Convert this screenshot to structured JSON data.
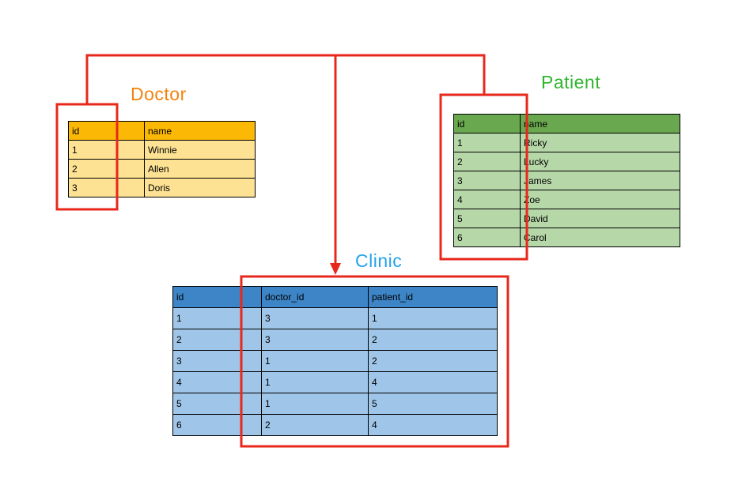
{
  "diagram": {
    "titles": {
      "doctor": "Doctor",
      "patient": "Patient",
      "clinic": "Clinic"
    },
    "colors": {
      "connector_red": "#e8281c",
      "table_border": "#000000",
      "doctor_title": "#f5820b",
      "doctor_header_bg": "#fbb905",
      "doctor_row_bg": "#fde293",
      "patient_title": "#2eb52c",
      "patient_header_bg": "#6aa84f",
      "patient_row_bg": "#b6d7a8",
      "clinic_title": "#23a3eb",
      "clinic_header_bg": "#3d85c6",
      "clinic_row_bg": "#9fc5e8"
    },
    "tables": {
      "doctor": {
        "columns": [
          "id",
          "name"
        ],
        "rows": [
          [
            "1",
            "Winnie"
          ],
          [
            "2",
            "Allen"
          ],
          [
            "3",
            "Doris"
          ]
        ]
      },
      "patient": {
        "columns": [
          "id",
          "name"
        ],
        "rows": [
          [
            "1",
            "Ricky"
          ],
          [
            "2",
            "Lucky"
          ],
          [
            "3",
            "James"
          ],
          [
            "4",
            "Zoe"
          ],
          [
            "5",
            "David"
          ],
          [
            "6",
            "Carol"
          ]
        ]
      },
      "clinic": {
        "columns": [
          "id",
          "doctor_id",
          "patient_id"
        ],
        "rows": [
          [
            "1",
            "3",
            "1"
          ],
          [
            "2",
            "3",
            "2"
          ],
          [
            "3",
            "1",
            "2"
          ],
          [
            "4",
            "1",
            "4"
          ],
          [
            "5",
            "1",
            "5"
          ],
          [
            "6",
            "2",
            "4"
          ]
        ]
      }
    }
  }
}
